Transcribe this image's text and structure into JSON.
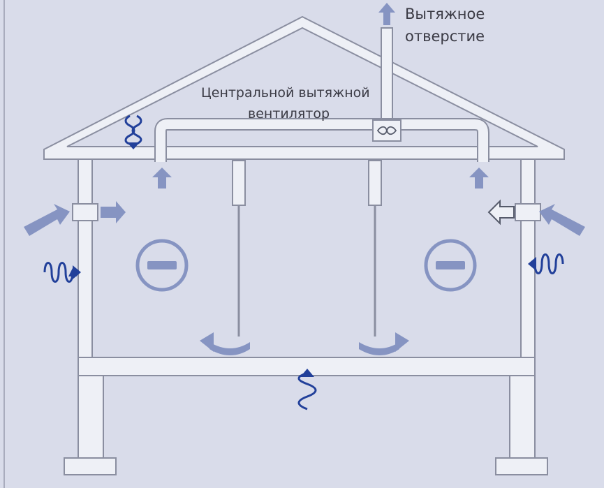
{
  "labels": {
    "exhaust_outlet": [
      "Вытяжное",
      "отверстие"
    ],
    "central_fan": [
      "Центральной вытяжной",
      "вентилятор"
    ]
  },
  "colors": {
    "background": "#d9dcea",
    "structure_fill": "#eef0f6",
    "structure_stroke": "#8a8ea0",
    "light_arrow": "#8694c2",
    "dark_arrow": "#22409a",
    "pressure_symbol": "#8694c2"
  },
  "symbols": {
    "negative_pressure": "minus-circle-icon",
    "inflow": "arrow-icon",
    "air_leak": "wavy-arrow-icon",
    "fan": "fan-icon"
  }
}
